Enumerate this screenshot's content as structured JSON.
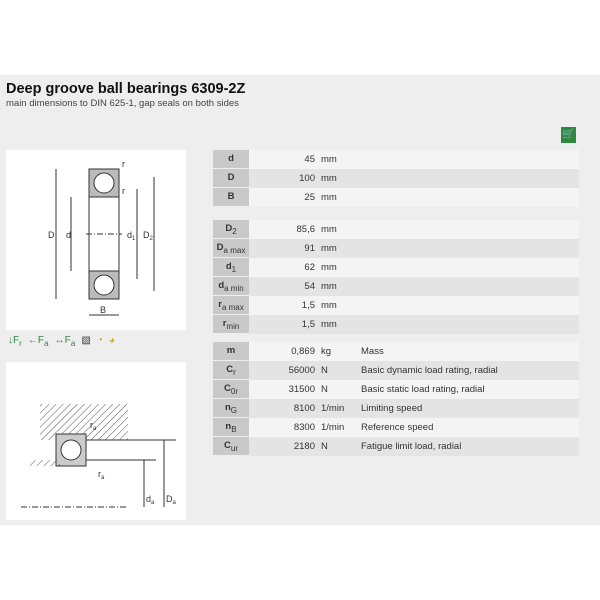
{
  "title": "Deep groove ball bearings 6309-2Z",
  "subtitle": "main dimensions to DIN 625-1, gap seals on both sides",
  "cart_icon": "cart-icon",
  "diagram_labels": {
    "D": "D",
    "d": "d",
    "d1": "d1",
    "D2": "D2",
    "B": "B",
    "r": "r",
    "ra": "ra",
    "da": "da",
    "Da": "Da"
  },
  "feature_icons": [
    "radial-load-icon",
    "axial-load-icon",
    "bidirectional-axial-load-icon",
    "misalignment-icon",
    "speed-icon",
    "lubrication-icon"
  ],
  "feature_icon_labels": {
    "Fr": "Fr",
    "Fa": "Fa"
  },
  "main_dims": [
    {
      "sym": "d",
      "sub": "",
      "value": "45",
      "unit": "mm"
    },
    {
      "sym": "D",
      "sub": "",
      "value": "100",
      "unit": "mm"
    },
    {
      "sym": "B",
      "sub": "",
      "value": "25",
      "unit": "mm"
    }
  ],
  "mounting_dims": [
    {
      "sym": "D",
      "sub": "2",
      "value": "85,6",
      "unit": "mm"
    },
    {
      "sym": "D",
      "sub": "a max",
      "value": "91",
      "unit": "mm"
    },
    {
      "sym": "d",
      "sub": "1",
      "value": "62",
      "unit": "mm"
    },
    {
      "sym": "d",
      "sub": "a min",
      "value": "54",
      "unit": "mm"
    },
    {
      "sym": "r",
      "sub": "a max",
      "value": "1,5",
      "unit": "mm"
    },
    {
      "sym": "r",
      "sub": "min",
      "value": "1,5",
      "unit": "mm"
    }
  ],
  "properties": [
    {
      "sym": "m",
      "sub": "",
      "value": "0,869",
      "unit": "kg",
      "desc": "Mass"
    },
    {
      "sym": "C",
      "sub": "r",
      "value": "56000",
      "unit": "N",
      "desc": "Basic dynamic load rating, radial"
    },
    {
      "sym": "C",
      "sub": "0r",
      "value": "31500",
      "unit": "N",
      "desc": "Basic static load rating, radial"
    },
    {
      "sym": "n",
      "sub": "G",
      "value": "8100",
      "unit": "1/min",
      "desc": "Limiting speed"
    },
    {
      "sym": "n",
      "sub": "B",
      "value": "8300",
      "unit": "1/min",
      "desc": "Reference speed"
    },
    {
      "sym": "C",
      "sub": "ur",
      "value": "2180",
      "unit": "N",
      "desc": "Fatigue limit load, radial"
    }
  ]
}
